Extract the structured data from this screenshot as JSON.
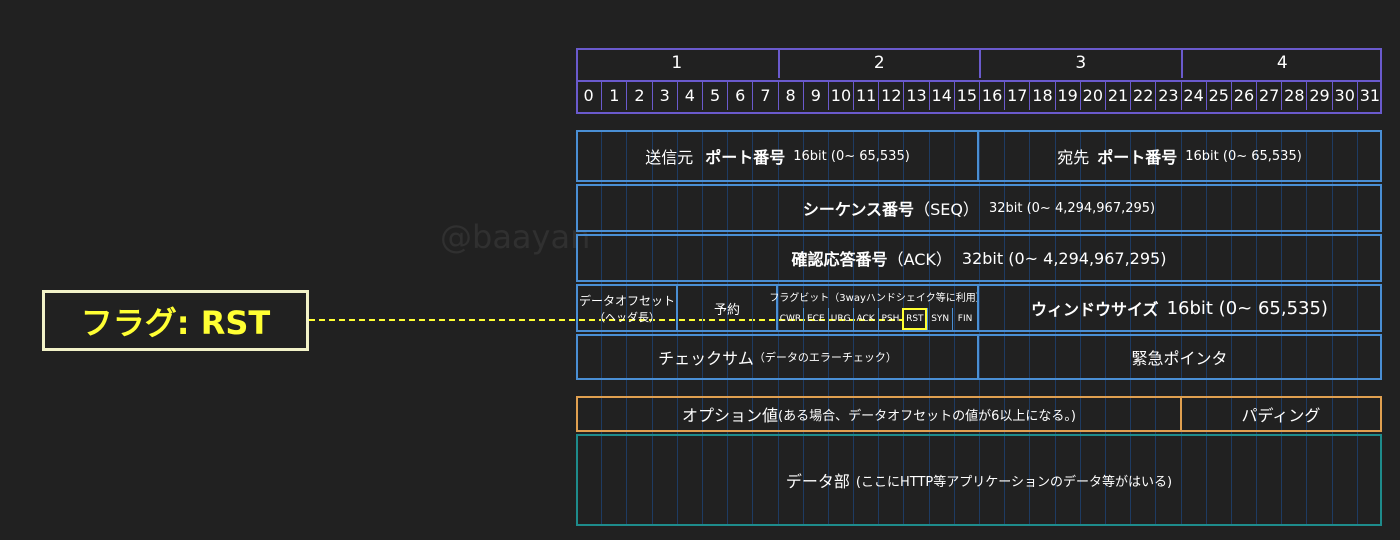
{
  "watermark": "@baayan",
  "flag_label": "フラグ: RST",
  "byte_numbers": [
    "1",
    "2",
    "3",
    "4"
  ],
  "bit_numbers": [
    "0",
    "1",
    "2",
    "3",
    "4",
    "5",
    "6",
    "7",
    "8",
    "9",
    "10",
    "11",
    "12",
    "13",
    "14",
    "15",
    "16",
    "17",
    "18",
    "19",
    "20",
    "21",
    "22",
    "23",
    "24",
    "25",
    "26",
    "27",
    "28",
    "29",
    "30",
    "31"
  ],
  "rows": {
    "src_port": {
      "pre": "送信元",
      "bold": "ポート番号",
      "post": "16bit (0~ 65,535)"
    },
    "dst_port": {
      "pre": "宛先",
      "bold": "ポート番号",
      "post": "16bit (0~ 65,535)"
    },
    "seq": {
      "bold": "シーケンス番号",
      "mid": "（SEQ）",
      "post": "32bit (0~ 4,294,967,295)"
    },
    "ack": {
      "bold": "確認応答番号",
      "mid": "（ACK）",
      "post": "32bit (0~ 4,294,967,295)"
    },
    "data_offset": {
      "line1": "データオフセット",
      "line2": "（ヘッダ長）"
    },
    "reserved": "予約",
    "flags_title": "フラグビット（3wayハンドシェイク等に利用）",
    "flags": [
      "CWR",
      "ECE",
      "URG",
      "ACK",
      "PSH",
      "RST",
      "SYN",
      "FIN"
    ],
    "window": {
      "bold": "ウィンドウサイズ",
      "post": "16bit (0~ 65,535)"
    },
    "checksum": {
      "main": "チェックサム",
      "sub": "（データのエラーチェック）"
    },
    "urgent": "緊急ポインタ",
    "options": {
      "main": "オプション値",
      "sub": "(ある場合、データオフセットの値が6以上になる。)"
    },
    "padding": "パディング",
    "data": {
      "main": "データ部",
      "sub": "(ここにHTTP等アプリケーションのデータ等がはいる)"
    }
  },
  "colors": {
    "purple": "#6a5acd",
    "blue": "#4a8fd4",
    "orange": "#e0a050",
    "teal": "#1e8c8c",
    "yellow": "#ffff33",
    "bg": "#212121"
  }
}
